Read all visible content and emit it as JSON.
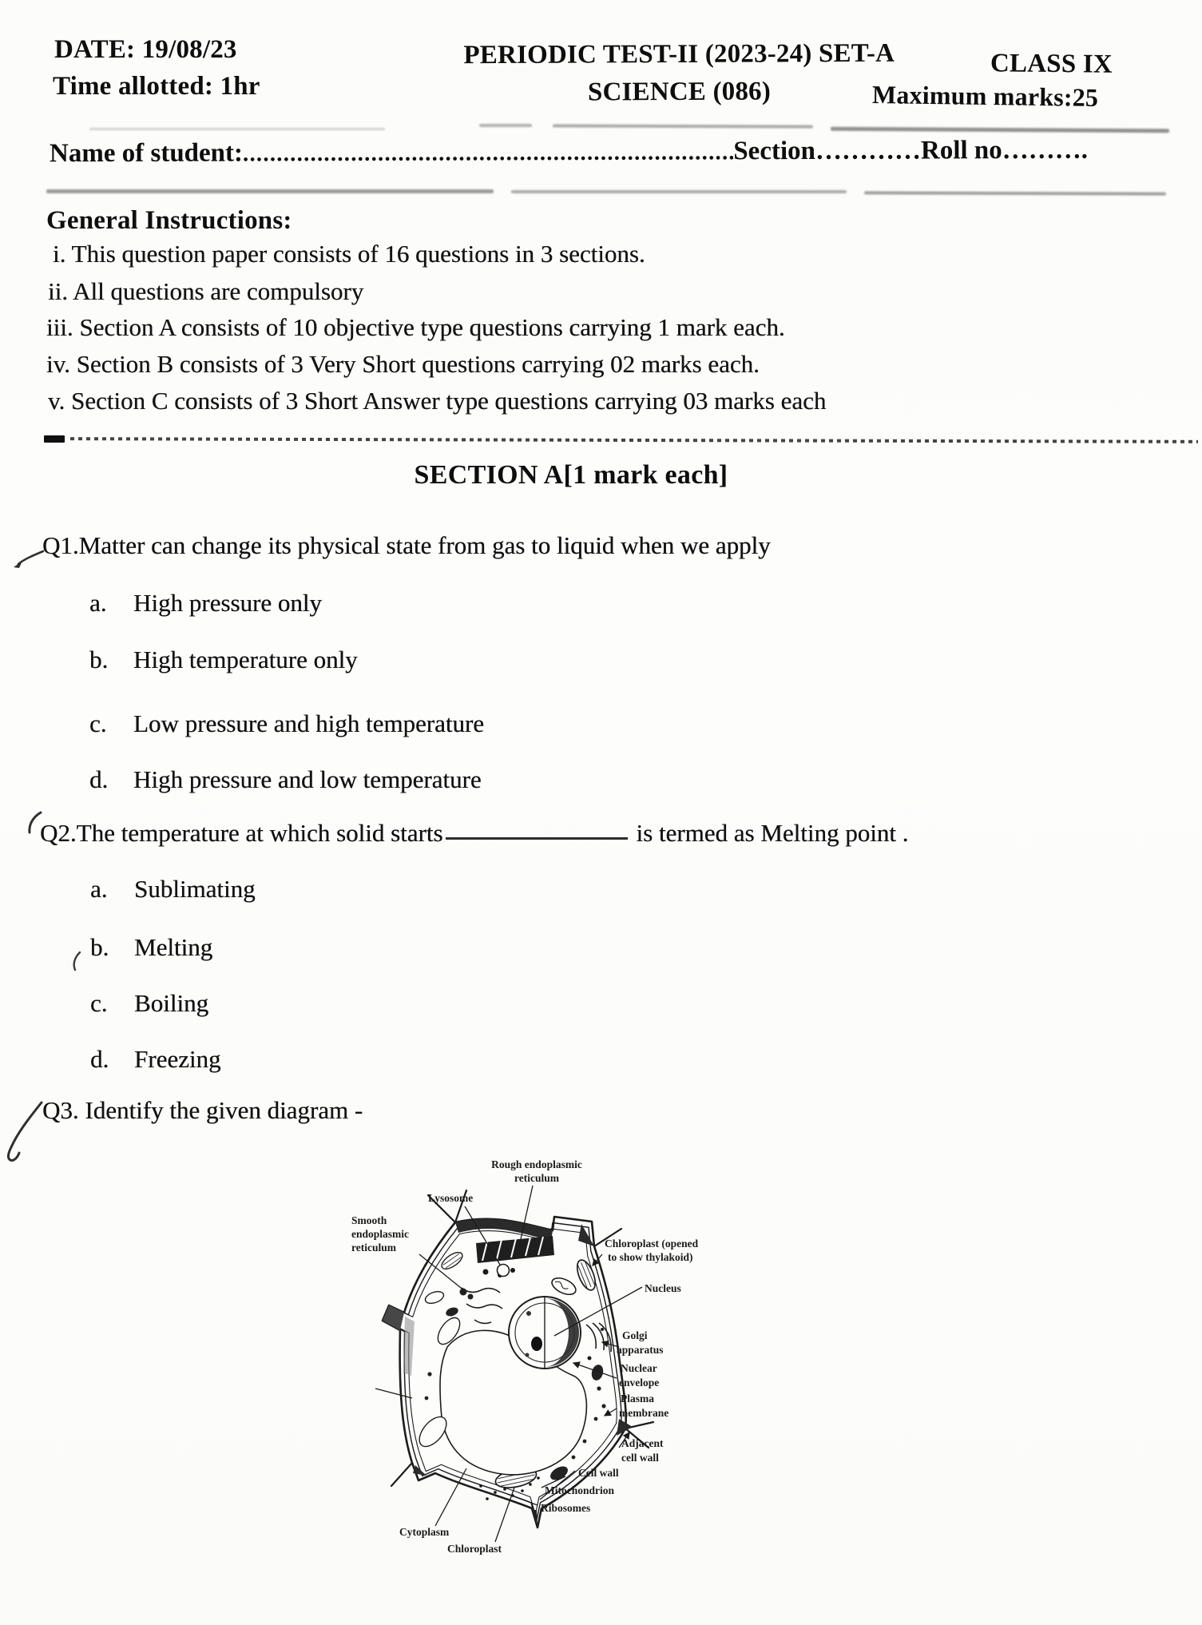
{
  "header": {
    "date": "DATE: 19/08/23",
    "time": "Time allotted: 1hr",
    "title": "PERIODIC TEST-II (2023-24) SET-A",
    "subject": "SCIENCE (086)",
    "class": "CLASS IX",
    "marks": "Maximum marks:25"
  },
  "student_row": {
    "name_label": "Name of student:",
    "name_dots": "........................................................................................................................",
    "section_label": "Section",
    "section_dots": "…………",
    "roll_label": "Roll no",
    "roll_dots": "………."
  },
  "instructions": {
    "heading": "General Instructions:",
    "items": [
      "i. This question paper consists of 16 questions in 3 sections.",
      "ii. All questions are compulsory",
      "iii. Section A consists of 10 objective type questions carrying 1 mark each.",
      "iv. Section B consists of 3 Very Short questions carrying 02 marks each.",
      "v. Section C consists of 3 Short Answer type questions carrying 03 marks each"
    ]
  },
  "section_a": {
    "heading": "SECTION A[1 mark each]",
    "q1": {
      "text": "Q1.Matter can change its physical state from gas to liquid when we apply",
      "options": [
        {
          "key": "a.",
          "text": "High pressure only"
        },
        {
          "key": "b.",
          "text": "High temperature only"
        },
        {
          "key": "c.",
          "text": "Low pressure and high temperature"
        },
        {
          "key": "d.",
          "text": "High pressure and low temperature"
        }
      ]
    },
    "q2": {
      "text_before_blank": "Q2.The temperature at which solid starts",
      "text_after_blank": "is termed as Melting point .",
      "options": [
        {
          "key": "a.",
          "text": "Sublimating"
        },
        {
          "key": "b.",
          "text": "Melting"
        },
        {
          "key": "c.",
          "text": "Boiling"
        },
        {
          "key": "d.",
          "text": "Freezing"
        }
      ]
    },
    "q3": {
      "text": "Q3. Identify the given diagram -"
    }
  },
  "diagram": {
    "labels": {
      "rough_er_line1": "Rough endoplasmic",
      "rough_er_line2": "reticulum",
      "lysosome": "Lysosome",
      "smooth_er_line1": "Smooth",
      "smooth_er_line2": "endoplasmic",
      "smooth_er_line3": "reticulum",
      "chloroplast_open_line1": "Chloroplast (opened",
      "chloroplast_open_line2": "to show thylakoid)",
      "nucleus": "Nucleus",
      "golgi_line1": "Golgi",
      "golgi_line2": "apparatus",
      "nuclear_envelope_line1": "Nuclear",
      "nuclear_envelope_line2": "envelope",
      "plasma_membrane_line1": "Plasma",
      "plasma_membrane_line2": "membrane",
      "adjacent_cell_wall_line1": "Adjacent",
      "adjacent_cell_wall_line2": "cell wall",
      "cell_wall": "Cell wall",
      "mitochondrion": "Mitochondrion",
      "ribosomes": "Ribosomes",
      "cytoplasm": "Cytoplasm",
      "chloroplast": "Chloroplast"
    }
  }
}
